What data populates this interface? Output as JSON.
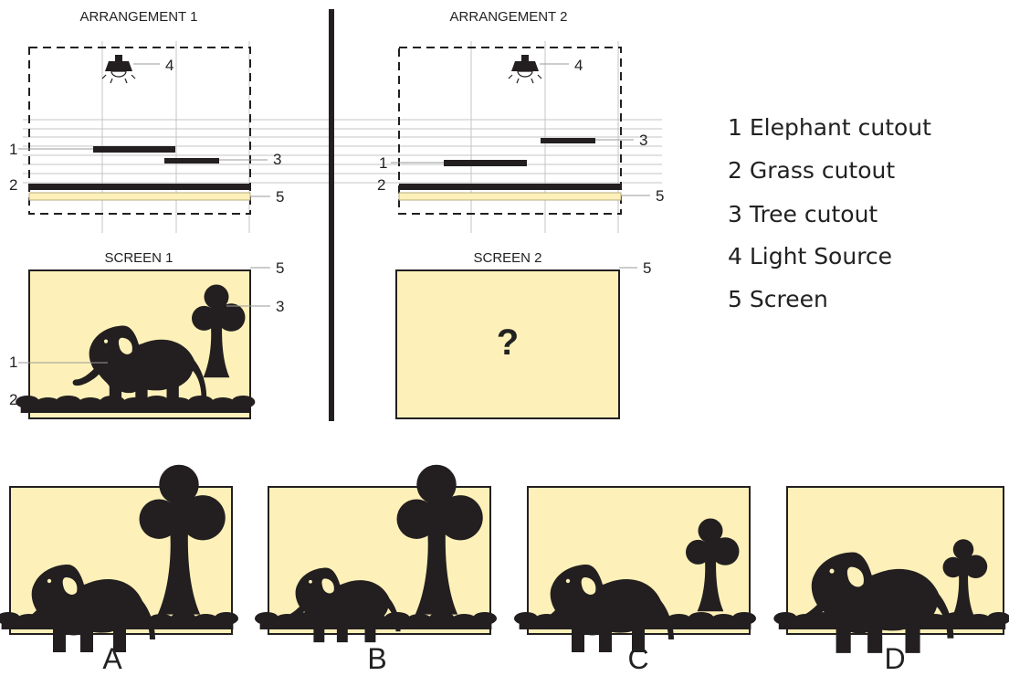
{
  "arrangement1": {
    "title": "ARRANGEMENT 1",
    "labels": {
      "light": "4",
      "elephant": "1",
      "tree": "3",
      "grass": "2",
      "screen": "5"
    }
  },
  "arrangement2": {
    "title": "ARRANGEMENT 2",
    "labels": {
      "light": "4",
      "elephant": "1",
      "tree": "3",
      "grass": "2",
      "screen": "5"
    }
  },
  "screen1": {
    "title": "SCREEN 1",
    "labels": {
      "screen": "5",
      "tree": "3",
      "elephant": "1",
      "grass": "2"
    }
  },
  "screen2": {
    "title": "SCREEN 2",
    "labels": {
      "screen": "5"
    },
    "question": "?"
  },
  "legend": [
    "1 Elephant cutout",
    "2 Grass cutout",
    "3 Tree cutout",
    "4 Light Source",
    "5 Screen"
  ],
  "options": [
    "A",
    "B",
    "C",
    "D"
  ],
  "colors": {
    "screen_fill": "#fdf1b9",
    "silhouette": "#231f20",
    "guide": "#c4c4c4"
  }
}
